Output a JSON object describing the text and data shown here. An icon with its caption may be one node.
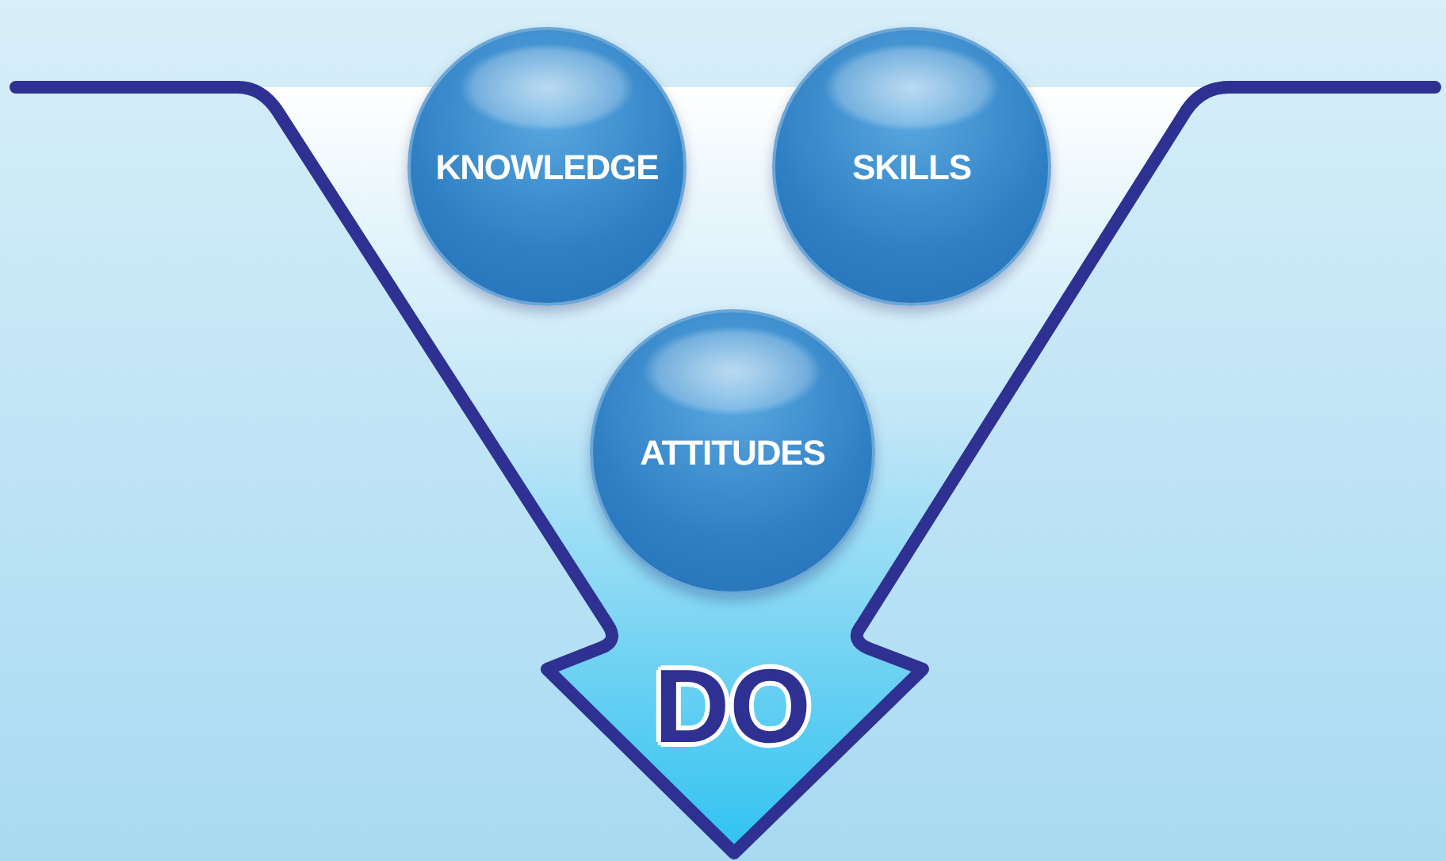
{
  "diagram": {
    "nodes": [
      {
        "text": [
          "DO"
        ]
      },
      {
        "text": [
          "KNOWLEDGE"
        ]
      },
      {
        "text": [
          "SKILLS"
        ]
      },
      {
        "text": [
          "ATTITUDES"
        ],
        "in": 0
      }
    ]
  }
}
